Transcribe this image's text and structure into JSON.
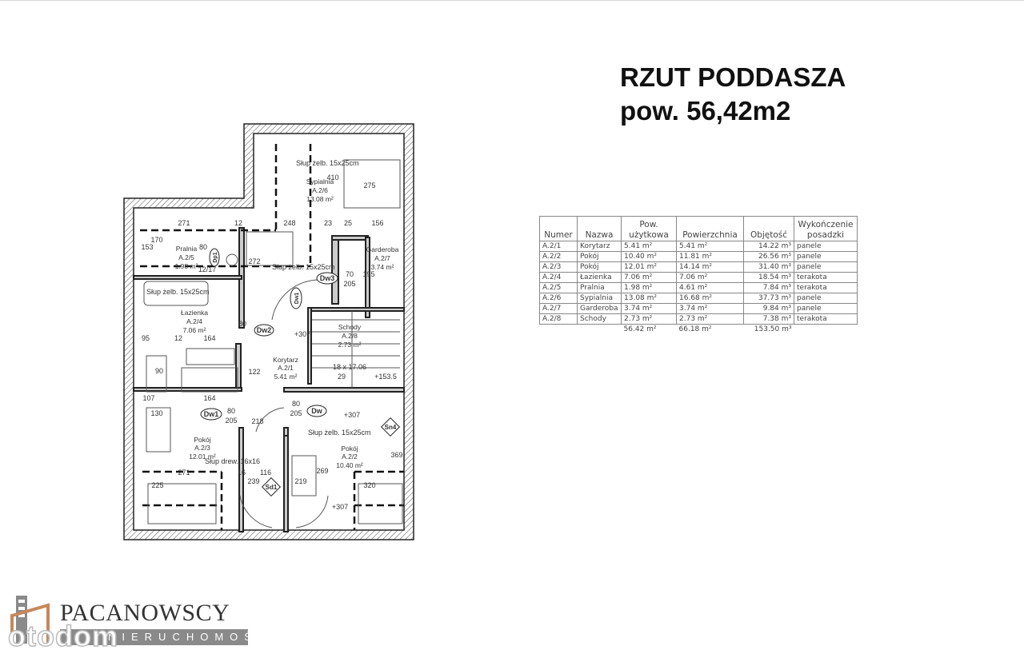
{
  "title": {
    "line1": "RZUT PODDASZA",
    "line2": "pow. 56,42m2"
  },
  "rooms": [
    {
      "name": "Sypialnia",
      "code": "A.2/6",
      "area": "13.08 m²"
    },
    {
      "name": "Pralnia",
      "code": "A.2/5",
      "area": "1.98 m²"
    },
    {
      "name": "Garderoba",
      "code": "A.2/7",
      "area": "3.74 m²"
    },
    {
      "name": "Łazienka",
      "code": "A.2/4",
      "area": "7.06 m²"
    },
    {
      "name": "Schody",
      "code": "A.2/8",
      "area": "2.73 m²"
    },
    {
      "name": "Korytarz",
      "code": "A.2/1",
      "area": "5.41 m²"
    },
    {
      "name": "Pokój",
      "code": "A.2/3",
      "area": "12.01 m²"
    },
    {
      "name": "Pokój",
      "code": "A.2/2",
      "area": "10.40 m²"
    }
  ],
  "dims": [
    "410",
    "275",
    "271",
    "12",
    "248",
    "23",
    "25",
    "156",
    "153",
    "80",
    "170",
    "272",
    "70",
    "205",
    "195",
    "95",
    "12",
    "164",
    "107",
    "164",
    "122",
    "80",
    "205",
    "80",
    "205",
    "18 x 17.06",
    "29",
    "+153.5",
    "+307",
    "320",
    "369",
    "271",
    "225",
    "16",
    "116",
    "239",
    "219",
    "269",
    "+307",
    "+307",
    "12/17",
    "90",
    "130",
    "218"
  ],
  "notes": [
    "Słup żelb. 15x25cm",
    "Słup żelb. 15x25cm",
    "Słup żelb. 15x25cm",
    "Słup żelb. 15x25cm",
    "Słup drew. 16x16"
  ],
  "tags": [
    "Dw1",
    "Dw2",
    "Dw3",
    "Dw1",
    "Dw",
    "Sd1",
    "Sn4",
    "Dp1"
  ],
  "table": {
    "headers": [
      "Numer",
      "Nazwa",
      "Pow. użytkowa",
      "Powierzchnia",
      "Objętość",
      "Wykończenie posadzki"
    ],
    "rows": [
      [
        "A.2/1",
        "Korytarz",
        "5.41 m²",
        "5.41 m²",
        "14.22 m³",
        "panele"
      ],
      [
        "A.2/2",
        "Pokój",
        "10.40 m²",
        "11.81 m²",
        "26.56 m³",
        "panele"
      ],
      [
        "A.2/3",
        "Pokój",
        "12.01 m²",
        "14.14 m²",
        "31.40 m³",
        "panele"
      ],
      [
        "A.2/4",
        "Łazienka",
        "7.06 m²",
        "7.06 m²",
        "18.54 m³",
        "terakota"
      ],
      [
        "A.2/5",
        "Pralnia",
        "1.98 m²",
        "4.61 m²",
        "7.84 m³",
        "terakota"
      ],
      [
        "A.2/6",
        "Sypialnia",
        "13.08 m²",
        "16.68 m²",
        "37.73 m³",
        "panele"
      ],
      [
        "A.2/7",
        "Garderoba",
        "3.74 m²",
        "3.74 m²",
        "9.84 m³",
        "panele"
      ],
      [
        "A.2/8",
        "Schody",
        "2.73 m²",
        "2.73 m²",
        "7.38 m³",
        "terakota"
      ]
    ],
    "totals": [
      "",
      "",
      "56.42 m²",
      "66.18 m²",
      "153.50 m³",
      ""
    ]
  },
  "logo": {
    "brand": "PACANOWSCY",
    "sub": "NIERUCHOMOŚCI",
    "watermark": "otodom",
    "accent": "#c8875a"
  }
}
